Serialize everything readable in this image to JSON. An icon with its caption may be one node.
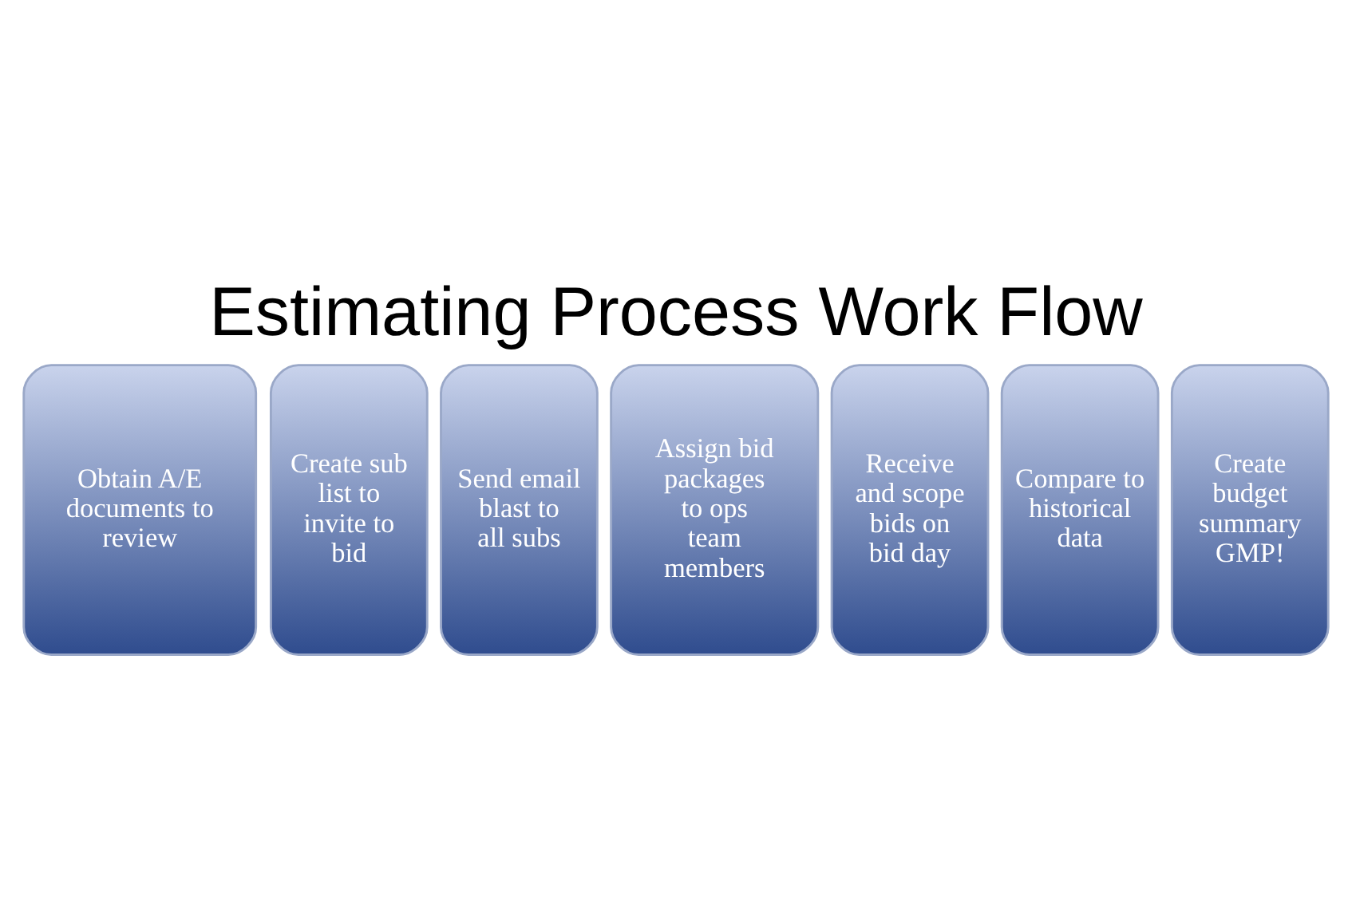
{
  "diagram": {
    "title": "Estimating Process Work Flow",
    "nodes": [
      {
        "text": [
          "Obtain A/E documents to review"
        ]
      },
      {
        "text": [
          "Create sub list to invite to bid"
        ]
      },
      {
        "text": [
          "Send email blast to all subs"
        ]
      },
      {
        "text": [
          "Assign bid packages to ops team members"
        ]
      },
      {
        "text": [
          "Receive and scope bids on bid day"
        ]
      },
      {
        "text": [
          "Compare to historical data"
        ]
      },
      {
        "text": [
          "Create budget summary GMP!"
        ]
      }
    ]
  }
}
